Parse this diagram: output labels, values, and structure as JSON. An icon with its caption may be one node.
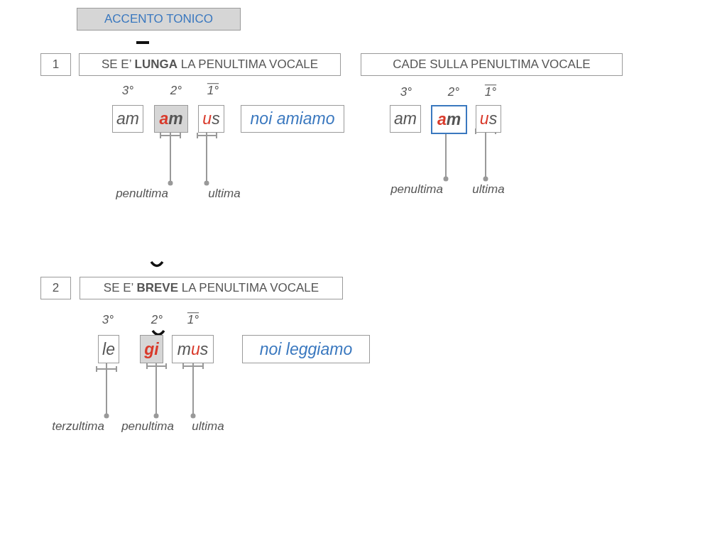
{
  "diagram": {
    "title": "ACCENTO TONICO",
    "nodes": [
      {
        "text": [
          "1"
        ]
      },
      {
        "text": [
          "SE E’ **LUNGA** LA PENULTIMA VOCALE"
        ]
      },
      {
        "text": [
          "CADE SULLA PENULTIMA VOCALE"
        ]
      },
      {
        "text": [
          "am"
        ]
      },
      {
        "text": [
          "am"
        ]
      },
      {
        "text": [
          "us"
        ]
      },
      {
        "text": [
          "noi amiamo"
        ]
      },
      {
        "text": [
          "am"
        ]
      },
      {
        "text": [
          "am"
        ]
      },
      {
        "text": [
          "us"
        ]
      },
      {
        "text": [
          "penultima"
        ]
      },
      {
        "text": [
          "ultima"
        ]
      },
      {
        "text": [
          "penultima"
        ]
      },
      {
        "text": [
          "ultima"
        ]
      },
      {
        "text": [
          "2"
        ]
      },
      {
        "text": [
          "SE E’ **BREVE** LA PENULTIMA VOCALE"
        ]
      },
      {
        "text": [
          "le"
        ]
      },
      {
        "text": [
          "gi"
        ]
      },
      {
        "text": [
          "mus"
        ]
      },
      {
        "text": [
          "noi leggiamo"
        ]
      },
      {
        "text": [
          "terzultima"
        ]
      },
      {
        "text": [
          "penultima"
        ]
      },
      {
        "text": [
          "ultima"
        ]
      }
    ],
    "edges": [
      {
        "from": 10,
        "to": 4,
        "arrow": "other"
      },
      {
        "from": 11,
        "to": 5,
        "arrow": "other"
      },
      {
        "from": 12,
        "to": 8,
        "arrow": "other"
      },
      {
        "from": 13,
        "to": 9,
        "arrow": "other"
      },
      {
        "from": 20,
        "to": 16,
        "arrow": "other"
      },
      {
        "from": 21,
        "to": 17,
        "arrow": "other"
      },
      {
        "from": 22,
        "to": 18,
        "arrow": "other"
      }
    ],
    "labels": [
      "3°",
      "2°",
      "1°",
      "3°",
      "2°",
      "1°",
      "3°",
      "2°",
      "1°"
    ]
  }
}
